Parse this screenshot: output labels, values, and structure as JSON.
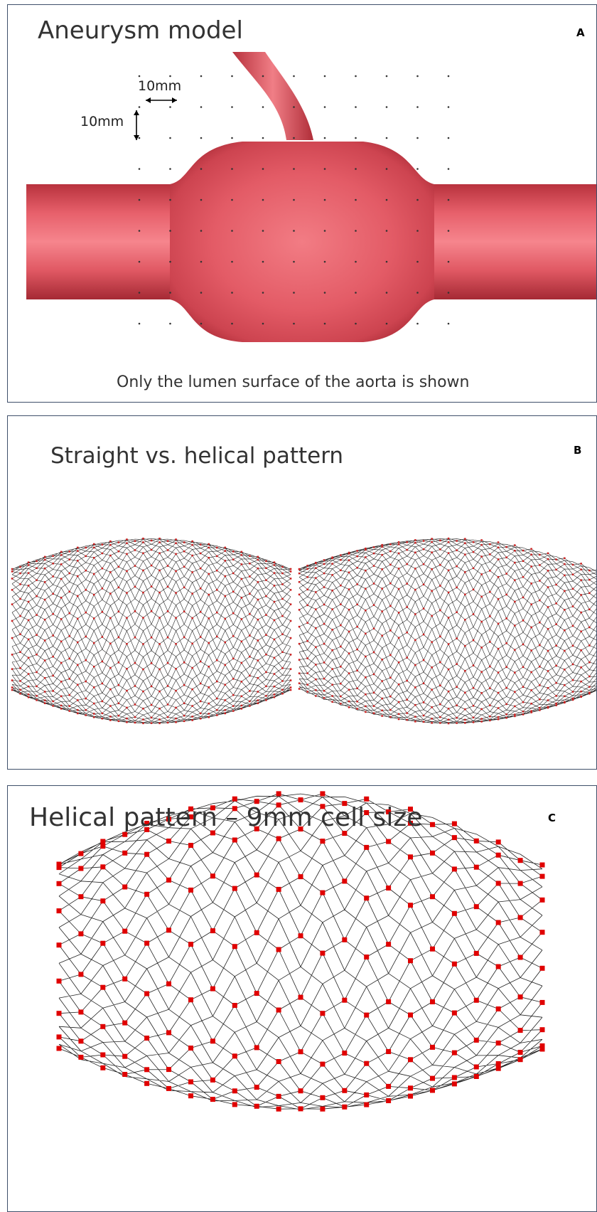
{
  "panel_a": {
    "title": "Aneurysm model",
    "label": "A",
    "scale_horizontal": "10mm",
    "scale_vertical": "10mm",
    "caption": "Only the lumen surface of the aorta is shown",
    "surface_color": "#e05560"
  },
  "panel_b": {
    "title": "Straight vs. helical pattern",
    "label": "B"
  },
  "panel_c": {
    "title": "Helical pattern – 9mm cell size",
    "label": "C",
    "node_color": "#e00000"
  }
}
